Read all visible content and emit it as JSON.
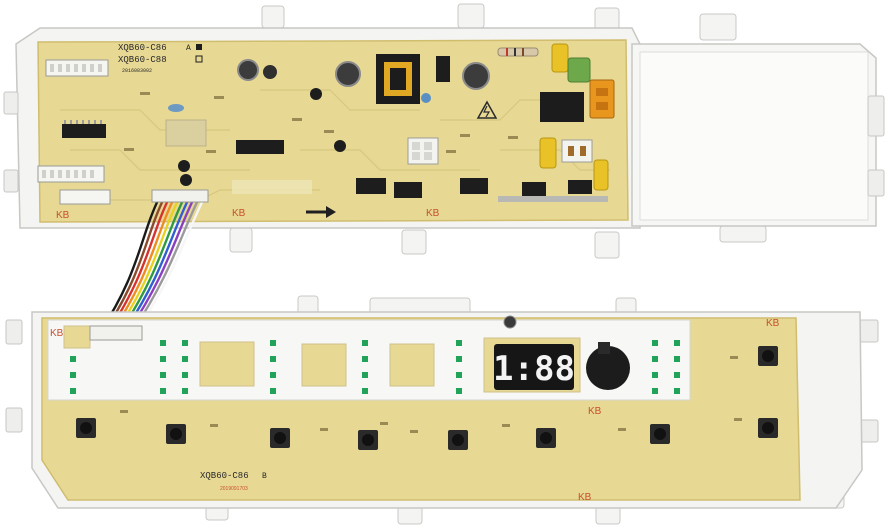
{
  "top_board": {
    "model_line_1": "XQB60-C86",
    "model_line_2": "XQB60-C88",
    "variant_a": "A",
    "date_code": "2016083002",
    "kb_mark": "KB"
  },
  "bottom_board": {
    "model_line": "XQB60-C86",
    "variant": "B",
    "date_code": "2019091703",
    "display_digits": "1:88",
    "kb_mark": "KB"
  },
  "colors": {
    "pcb": "#e7d894",
    "pcb_edge": "#d8c77a",
    "housing": "#f3f3f1",
    "led_green": "#22a35a",
    "display_bg": "#161616",
    "connector_orange": "#e8961e",
    "capacitor_yellow": "#e8c226"
  },
  "wire_colors": [
    "#1a1a1a",
    "#8b4a2b",
    "#d6332f",
    "#ef8c1f",
    "#e6d321",
    "#2f9a3f",
    "#2f5fd0",
    "#8a3fc2",
    "#9a9a9a",
    "#f6f6f6"
  ]
}
